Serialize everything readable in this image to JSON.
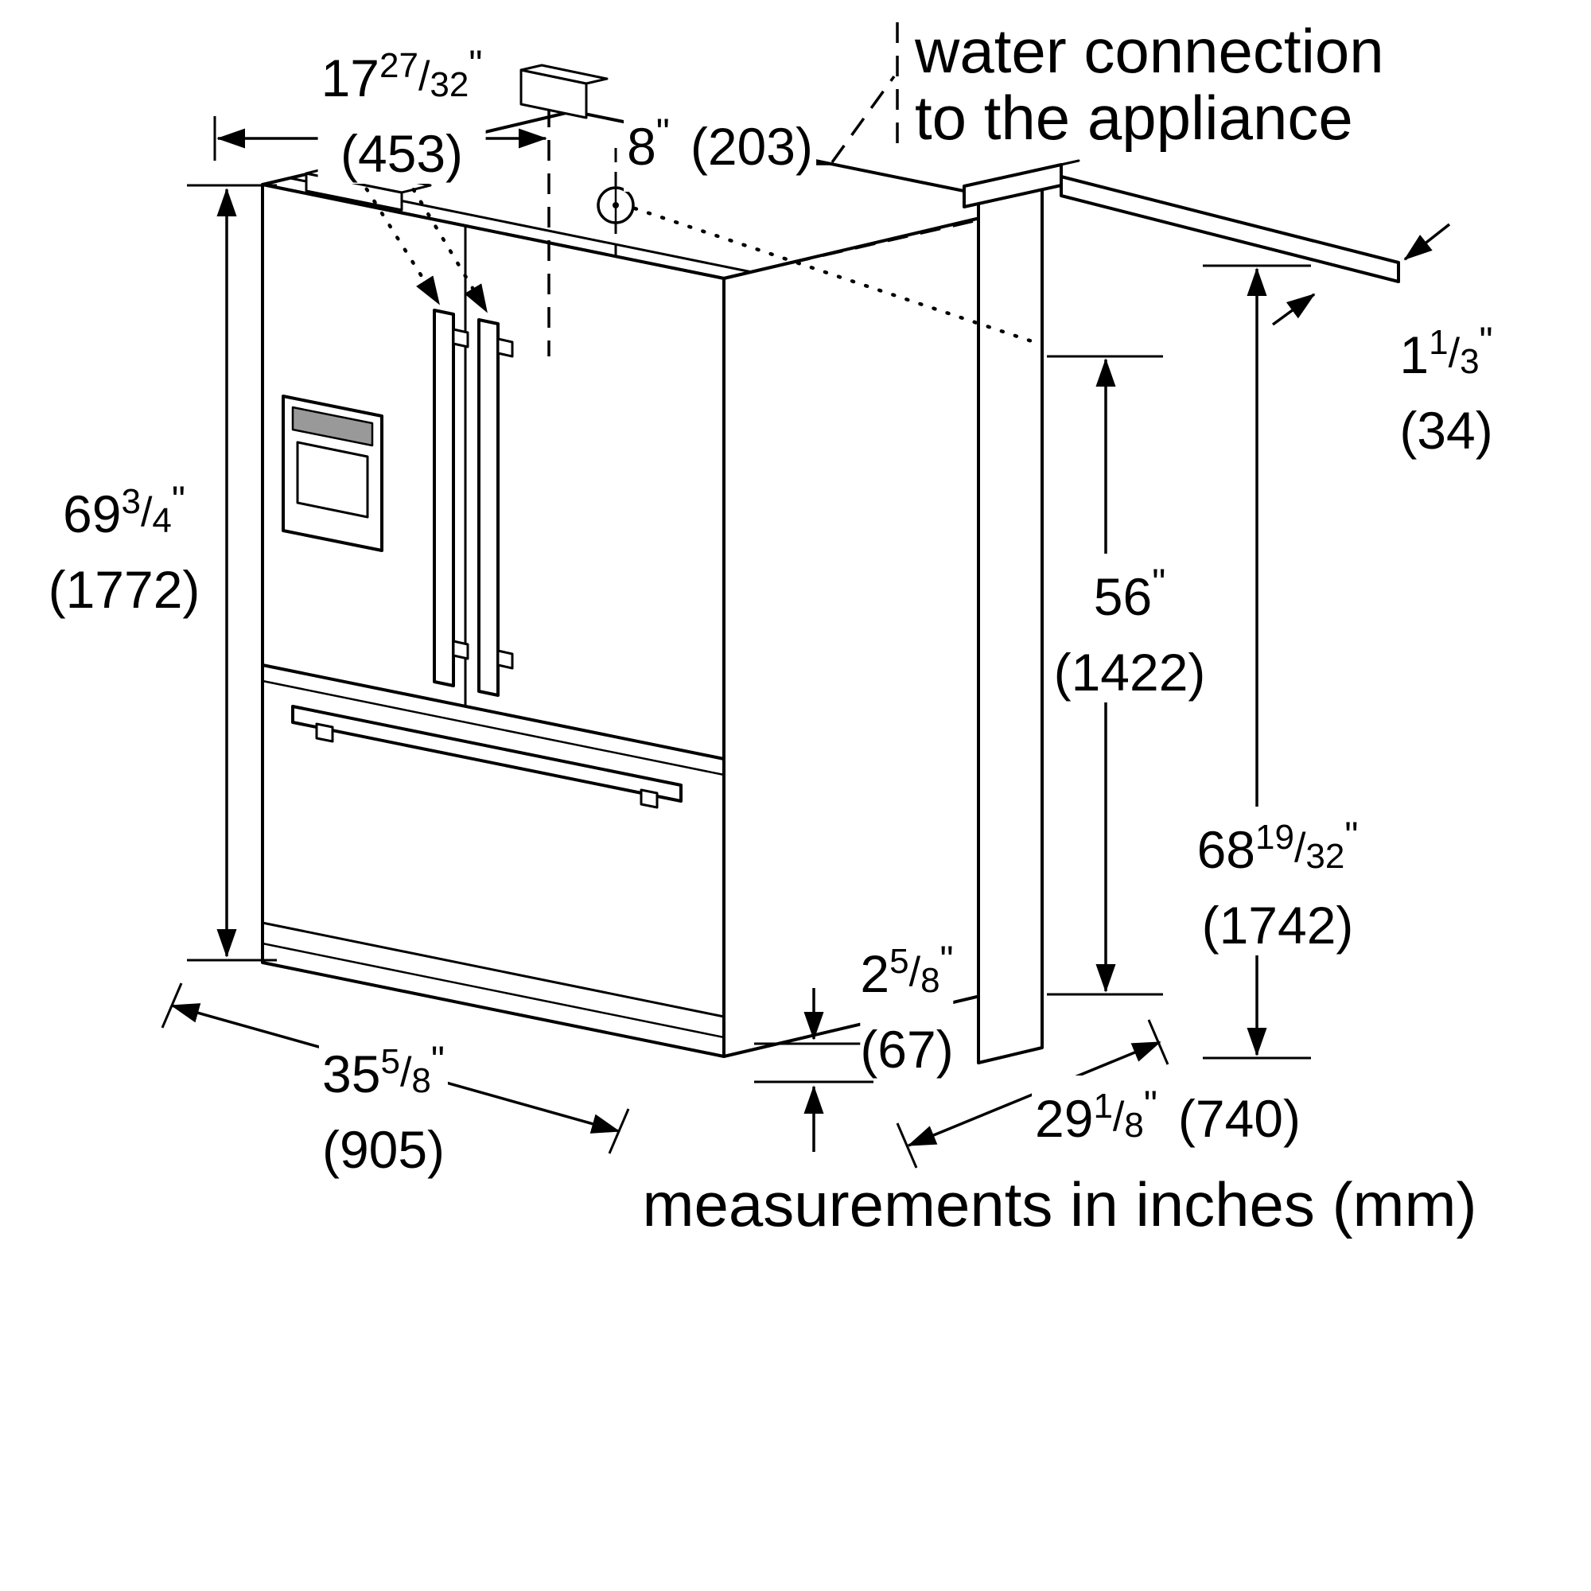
{
  "notes": {
    "water_line1": "water connection",
    "water_line2": "to the appliance",
    "footer": "measurements in inches (mm)"
  },
  "symbols": {
    "water_connection_point": "circle-crosshair"
  },
  "dims": {
    "door_clearance": {
      "whole": "17",
      "num": "27",
      "sep": "/",
      "den": "32",
      "unit": "\"",
      "mm": "(453)"
    },
    "water_offset": {
      "whole": "8",
      "num": "",
      "sep": "",
      "den": "",
      "unit": "\"",
      "mm": "(203)"
    },
    "top_gap": {
      "whole": "1",
      "num": "1",
      "sep": "/",
      "den": "3",
      "unit": "\"",
      "mm": "(34)"
    },
    "height": {
      "whole": "69",
      "num": "3",
      "sep": "/",
      "den": "4",
      "unit": "\"",
      "mm": "(1772)"
    },
    "water_height": {
      "whole": "56",
      "num": "",
      "sep": "",
      "den": "",
      "unit": "\"",
      "mm": "(1422)"
    },
    "niche_height": {
      "whole": "68",
      "num": "19",
      "sep": "/",
      "den": "32",
      "unit": "\"",
      "mm": "(1742)"
    },
    "rear_clearance": {
      "whole": "2",
      "num": "5",
      "sep": "/",
      "den": "8",
      "unit": "\"",
      "mm": "(67)"
    },
    "width": {
      "whole": "35",
      "num": "5",
      "sep": "/",
      "den": "8",
      "unit": "\"",
      "mm": "(905)"
    },
    "depth": {
      "whole": "29",
      "num": "1",
      "sep": "/",
      "den": "8",
      "unit": "\"",
      "mm": "(740)"
    }
  }
}
